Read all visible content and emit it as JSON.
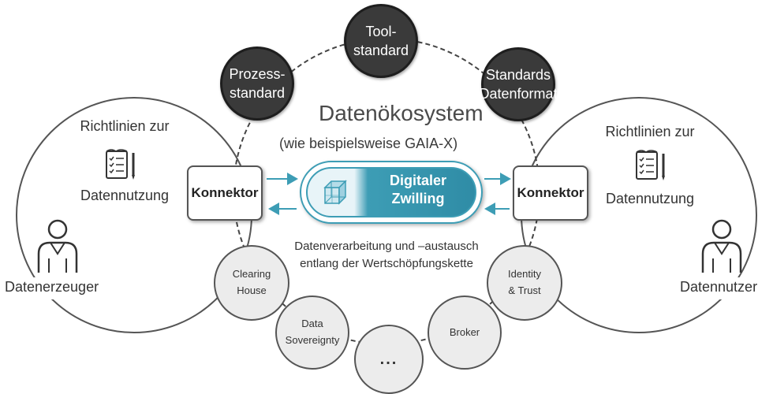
{
  "ecosystem": {
    "title": "Datenökosystem",
    "subtitle": "(wie beispielsweise GAIA-X)",
    "processing_text": "Datenverarbeitung und –austausch\nentlang der Wertschöpfungskette"
  },
  "standards": [
    {
      "label": "Prozess-\nstandard"
    },
    {
      "label": "Tool-\nstandard"
    },
    {
      "label": "Standards\nDatenformat"
    }
  ],
  "digital_twin": {
    "label": "Digitaler\nZwilling"
  },
  "connectors": {
    "left": "Konnektor",
    "right": "Konnektor"
  },
  "left_side": {
    "guideline_top": "Richtlinien zur",
    "guideline_bottom": "Datennutzung",
    "person_label": "Datenerzeuger"
  },
  "right_side": {
    "guideline_top": "Richtlinien zur",
    "guideline_bottom": "Datennutzung",
    "person_label": "Datennutzer"
  },
  "services": [
    {
      "label": "Clearing\nHouse"
    },
    {
      "label": "Data\nSovereignty"
    },
    {
      "label": "..."
    },
    {
      "label": "Broker"
    },
    {
      "label": "Identity\n& Trust"
    }
  ],
  "colors": {
    "accent_teal": "#3d9db5",
    "dark_circle": "#3a3a3a",
    "light_circle": "#ececec"
  },
  "icons": [
    "document-checklist-icon",
    "person-icon",
    "cube-icon",
    "arrow-icon"
  ]
}
